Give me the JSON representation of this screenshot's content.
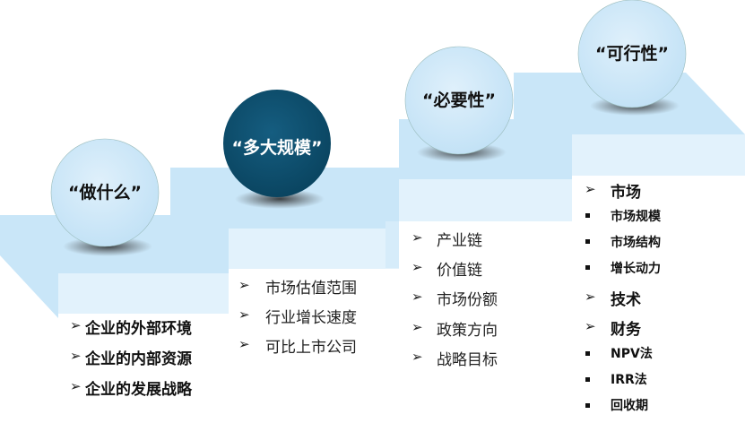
{
  "colors": {
    "tread": "#c9e6f8",
    "face": "#e2f2fc",
    "circle": "#cfe8f8",
    "circle_dark": "#0d4f6e"
  },
  "steps": [
    {
      "title": "“做什么”",
      "items": [
        "企业的外部环境",
        "企业的内部资源",
        "企业的发展战略"
      ]
    },
    {
      "title": "“多大规模”",
      "items": [
        "市场估值范围",
        "行业增长速度",
        "可比上市公司"
      ]
    },
    {
      "title": "“必要性”",
      "items": [
        "产业链",
        "价值链",
        "市场份额",
        "政策方向",
        "战略目标"
      ]
    },
    {
      "title": "“可行性”",
      "items": [
        {
          "label": "市场",
          "level": 1
        },
        {
          "label": "市场规模",
          "level": 2
        },
        {
          "label": "市场结构",
          "level": 2
        },
        {
          "label": "增长动力",
          "level": 2
        },
        {
          "label": "技术",
          "level": 1
        },
        {
          "label": "财务",
          "level": 1
        },
        {
          "label": "NPV法",
          "level": 2
        },
        {
          "label": "IRR法",
          "level": 2
        },
        {
          "label": "回收期",
          "level": 2
        }
      ]
    }
  ],
  "icons": {
    "bullet": "arrowhead-icon",
    "sub_bullet": "square-bullet-icon"
  }
}
